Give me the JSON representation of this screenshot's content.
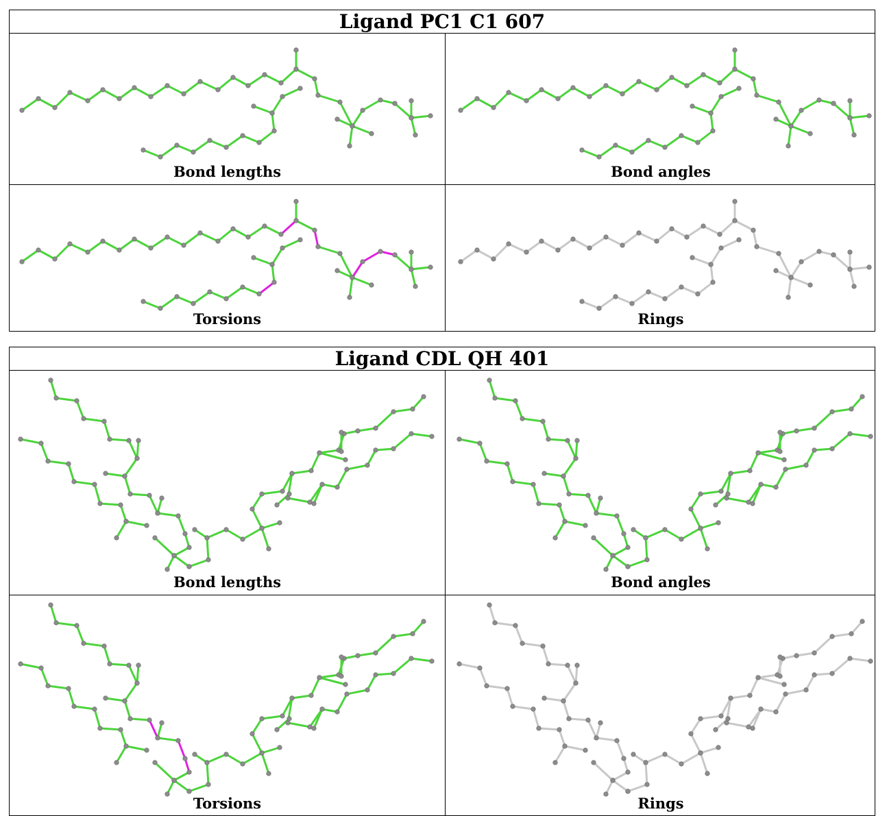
{
  "colors": {
    "ok": "#4cd43c",
    "flag": "#e020e0",
    "none": "#c8c8c8",
    "atom": "#8c8c8c"
  },
  "ligands": [
    {
      "title": "Ligand PC1 C1 607",
      "panels": [
        {
          "label": "Bond lengths",
          "mode": "ok"
        },
        {
          "label": "Bond angles",
          "mode": "ok"
        },
        {
          "label": "Torsions",
          "mode": "torsion"
        },
        {
          "label": "Rings",
          "mode": "none"
        }
      ]
    },
    {
      "title": "Ligand CDL QH 401",
      "panels": [
        {
          "label": "Bond lengths",
          "mode": "ok"
        },
        {
          "label": "Bond angles",
          "mode": "ok"
        },
        {
          "label": "Torsions",
          "mode": "torsion"
        },
        {
          "label": "Rings",
          "mode": "none"
        }
      ]
    }
  ]
}
